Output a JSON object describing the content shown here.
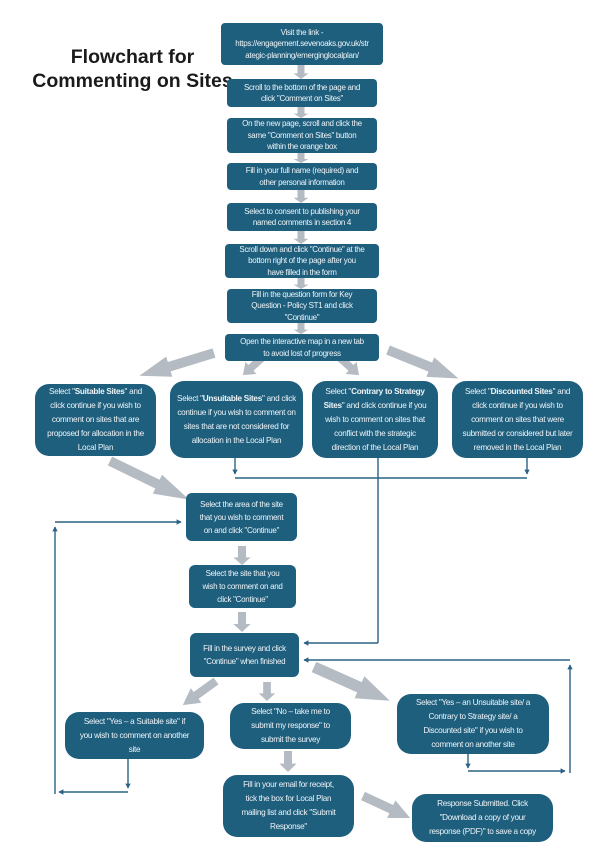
{
  "title": "Flowchart for\nCommenting on Sites",
  "colors": {
    "box_fill": "#1f5f7e",
    "box_text": "#eef4f7",
    "connector": "#2c6285",
    "block_arrow": "#b5bbc2",
    "title_text": "#1b1b1b",
    "background": "#ffffff"
  },
  "chain": [
    "Visit the link -\nhttps://engagement.sevenoaks.gov.uk/str\nategic-planning/emerginglocalplan/",
    "Scroll to the bottom of the page and\nclick \"Comment on Sites\"",
    "On the new page, scroll and click the\nsame \"Comment on Sites\" button\nwithin the orange box",
    "Fill in your full name (required) and\nother personal information",
    "Select to consent to publishing your\nnamed comments in section 4",
    "Scroll down and click \"Continue\" at the\nbottom right of the page after you\nhave filled in the form",
    "Fill in the question form for Key\nQuestion - Policy ST1 and click\n\"Continue\"",
    "Open the interactive map in a new tab\nto avoid lost of progress"
  ],
  "options": [
    {
      "prefix": "Select \"",
      "bold": "Suitable Sites",
      "rest": "\" and click continue if you wish to comment on sites that are proposed for allocation in the Local Plan"
    },
    {
      "prefix": "Select \"",
      "bold": "Unsuitable Sites",
      "rest": "\" and click continue if you wish to comment on sites that are not considered for allocation in the Local Plan"
    },
    {
      "prefix": "Select \"",
      "bold": "Contrary to Strategy Sites",
      "rest": "\" and click continue if you wish to comment on sites that conflict with the strategic direction of the Local Plan"
    },
    {
      "prefix": "Select \"",
      "bold": "Discounted Sites",
      "rest": "\" and click continue if you wish to comment on sites that were submitted or considered but later removed in the Local Plan"
    }
  ],
  "middle": [
    "Select the area of the site\nthat you wish to comment\non and click \"Continue\"",
    "Select the site that you\nwish to comment on and\nclick \"Continue\"",
    "Fill in the survey and click\n\"Continue\" when finished"
  ],
  "bottom": [
    "Select \"Yes – a Suitable site\" if\nyou wish to comment on another\nsite",
    "Select \"No – take me to\nsubmit my response\" to\nsubmit the survey",
    "Select \"Yes – an Unsuitable site/ a\nContrary to Strategy site/ a\nDiscounted site\" if you wish to\ncomment on another site",
    "Fill in your email for receipt,\ntick the box for Local Plan\nmailing list and click \"Submit\nResponse\"",
    "Response Submitted. Click\n\"Download a copy of your\nresponse (PDF)\" to save a copy"
  ]
}
